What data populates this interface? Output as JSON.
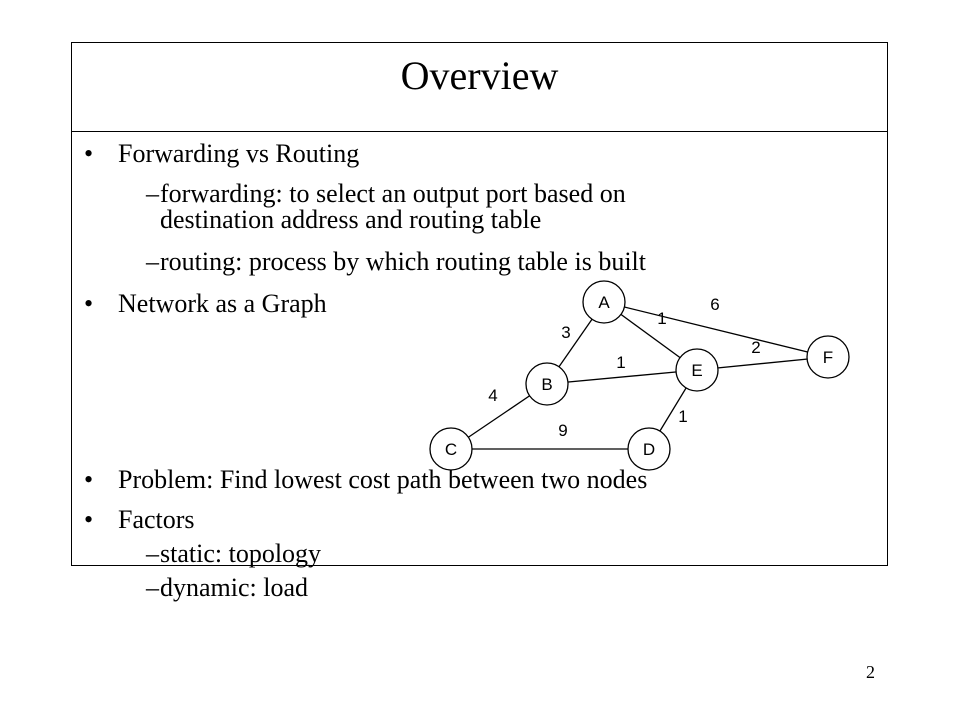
{
  "slide": {
    "title": "Overview",
    "page_number": "2"
  },
  "bullets": [
    {
      "text": "Forwarding vs Routing"
    },
    {
      "text": "Network as a Graph"
    },
    {
      "text": "Problem: Find lowest cost path between two nodes"
    },
    {
      "text": "Factors"
    }
  ],
  "sub_bullets": {
    "forwarding_line1": "forwarding: to select an output port based on",
    "forwarding_line2": "destination address and routing table",
    "routing": "routing: process by which routing table is built",
    "static": "static: topology",
    "dynamic": "dynamic: load"
  },
  "symbols": {
    "bullet": "•",
    "dash": "–"
  },
  "graph": {
    "nodes": [
      {
        "id": "A",
        "label": "A"
      },
      {
        "id": "B",
        "label": "B"
      },
      {
        "id": "C",
        "label": "C"
      },
      {
        "id": "D",
        "label": "D"
      },
      {
        "id": "E",
        "label": "E"
      },
      {
        "id": "F",
        "label": "F"
      }
    ],
    "edges": [
      {
        "from": "A",
        "to": "B",
        "weight": "3"
      },
      {
        "from": "A",
        "to": "E",
        "weight": "1"
      },
      {
        "from": "A",
        "to": "F",
        "weight": "6"
      },
      {
        "from": "B",
        "to": "E",
        "weight": "1"
      },
      {
        "from": "B",
        "to": "C",
        "weight": "4"
      },
      {
        "from": "C",
        "to": "D",
        "weight": "9"
      },
      {
        "from": "D",
        "to": "E",
        "weight": "1"
      },
      {
        "from": "E",
        "to": "F",
        "weight": "2"
      }
    ]
  }
}
